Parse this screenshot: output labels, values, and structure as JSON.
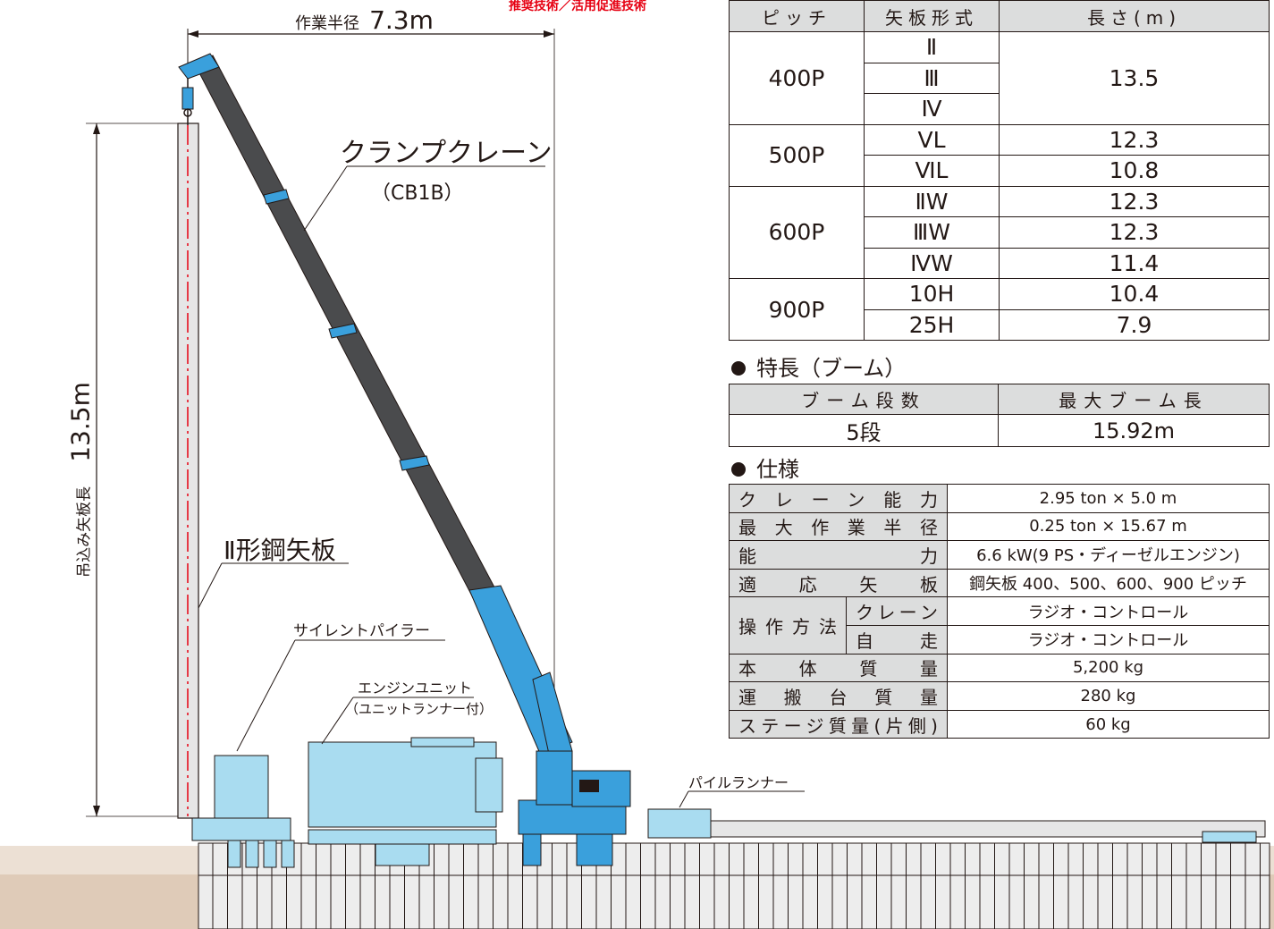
{
  "badge": "推奨技術／活用促進技術",
  "radius": {
    "label": "作業半径",
    "value": "7.3m"
  },
  "pile_length": {
    "label": "吊込み矢板長",
    "value": "13.5m"
  },
  "labels": {
    "crane": "クランプクレーン",
    "crane_model": "（CB1B）",
    "sheet_pile": "Ⅱ形鋼矢板",
    "silent_piler": "サイレントパイラー",
    "engine_unit": "エンジンユニット",
    "engine_unit_sub": "（ユニットランナー付）",
    "pile_runner": "パイルランナー"
  },
  "pile_table": {
    "headers": [
      "ピッチ",
      "矢板形式",
      "長さ(m)"
    ],
    "groups": [
      {
        "pitch": "400P",
        "types": [
          "Ⅱ",
          "Ⅲ",
          "Ⅳ"
        ],
        "lengths": [
          "13.5"
        ]
      },
      {
        "pitch": "500P",
        "types": [
          "ⅤL",
          "ⅥL"
        ],
        "lengths": [
          "12.3",
          "10.8"
        ]
      },
      {
        "pitch": "600P",
        "types": [
          "ⅡW",
          "ⅢW",
          "ⅣW"
        ],
        "lengths": [
          "12.3",
          "12.3",
          "11.4"
        ]
      },
      {
        "pitch": "900P",
        "types": [
          "10H",
          "25H"
        ],
        "lengths": [
          "10.4",
          "7.9"
        ]
      }
    ]
  },
  "boom": {
    "heading": "特長（ブーム）",
    "headers": [
      "ブーム段数",
      "最大ブーム長"
    ],
    "values": [
      "5段",
      "15.92m"
    ]
  },
  "spec": {
    "heading": "仕様",
    "rows": [
      {
        "label": "クレーン能力",
        "value": "2.95 ton × 5.0 m"
      },
      {
        "label": "最大作業半径",
        "value": "0.25 ton × 15.67 m"
      },
      {
        "label": "能力",
        "value": "6.6 kW(9 PS・ディーゼルエンジン)"
      },
      {
        "label": "適応矢板",
        "value": "鋼矢板 400、500、600、900 ピッチ"
      },
      {
        "label": "操作方法",
        "sub": "クレーン",
        "value": "ラジオ・コントロール"
      },
      {
        "label": "",
        "sub": "自走",
        "value": "ラジオ・コントロール"
      },
      {
        "label": "本体質量",
        "value": "5,200 kg"
      },
      {
        "label": "運搬台質量",
        "value": "280 kg"
      },
      {
        "label": "ステージ質量(片側)",
        "value": "60 kg"
      }
    ]
  },
  "colors": {
    "crane_blue": "#3aa0dc",
    "boom_dark": "#4a4b4d",
    "unit_blue": "#a9dcf0",
    "ground": "#dfcbb8",
    "pile_grey": "#e6e6e6",
    "dim_red": "#e60012"
  }
}
